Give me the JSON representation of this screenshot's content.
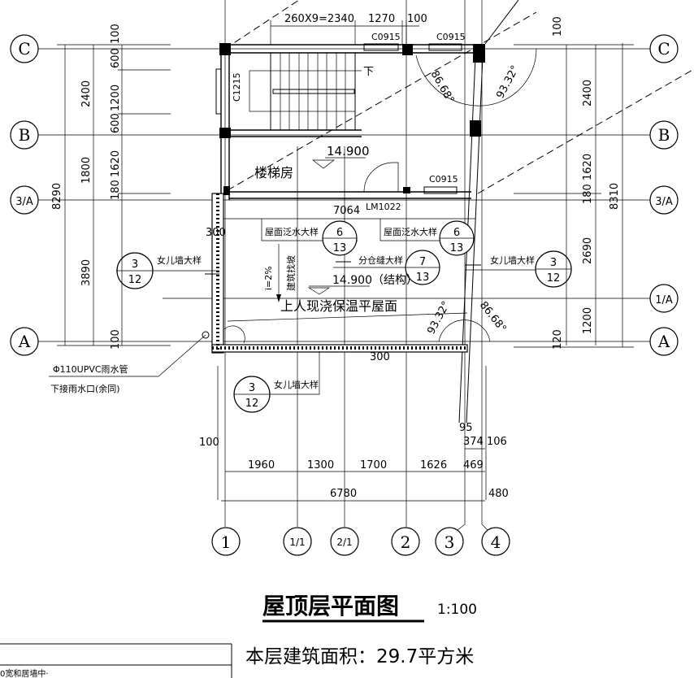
{
  "axes": {
    "rows": [
      "C",
      "B",
      "3/A",
      "1/A",
      "A"
    ],
    "cols": [
      "1",
      "1/1",
      "2/1",
      "2",
      "3",
      "4"
    ]
  },
  "dims": {
    "top": [
      "260X9=2340",
      "1270",
      "100"
    ],
    "left_outer": "8290",
    "left_mid": [
      "2400",
      "1800",
      "3890"
    ],
    "left_inner": [
      "100",
      "600",
      "1200",
      "600",
      "1620",
      "180",
      "100"
    ],
    "right_outer": "8310",
    "right_mid": [
      "2400",
      "1620",
      "180",
      "2690",
      "1200"
    ],
    "right_inner": [
      "100",
      "120"
    ],
    "bottom_row1": [
      "1960",
      "1300",
      "1700",
      "1626",
      "469"
    ],
    "bottom_small": [
      "100",
      "95",
      "374",
      "106"
    ],
    "bottom_total": [
      "6780",
      "480"
    ],
    "inner": [
      "7064",
      "300",
      "300"
    ]
  },
  "angles": [
    "86.68°",
    "93.32°",
    "93.32°",
    "86.68°"
  ],
  "labels": {
    "stair_down": "下",
    "stair_room": "楼梯房",
    "elev_stair": "14.900",
    "window_c1215": "C1215",
    "window_c0915": "C0915",
    "door_lm1022": "LM1022",
    "roof_name": "上人现浇保温平屋面",
    "elev_roof": "14.900（结构）",
    "slope": "i=2%",
    "slope_note": "建筑找坡",
    "rain_pipe_1": "Φ110UPVC雨水管",
    "rain_pipe_2": "下接雨水口(余同)"
  },
  "callouts": [
    {
      "text": "屋面泛水大样",
      "num": "6",
      "sheet": "13"
    },
    {
      "text": "屋面泛水大样",
      "num": "6",
      "sheet": "13"
    },
    {
      "text": "分仓缝大样",
      "num": "7",
      "sheet": "13"
    },
    {
      "text": "女儿墙大样",
      "num": "3",
      "sheet": "12"
    },
    {
      "text": "女儿墙大样",
      "num": "3",
      "sheet": "12"
    },
    {
      "text": "女儿墙大样",
      "num": "3",
      "sheet": "12"
    }
  ],
  "title": {
    "name": "屋顶层平面图",
    "scale": "1:100",
    "area": "本层建筑面积：29.7平方米"
  },
  "notes_table": {
    "row2": "0宽和居墙中·"
  }
}
